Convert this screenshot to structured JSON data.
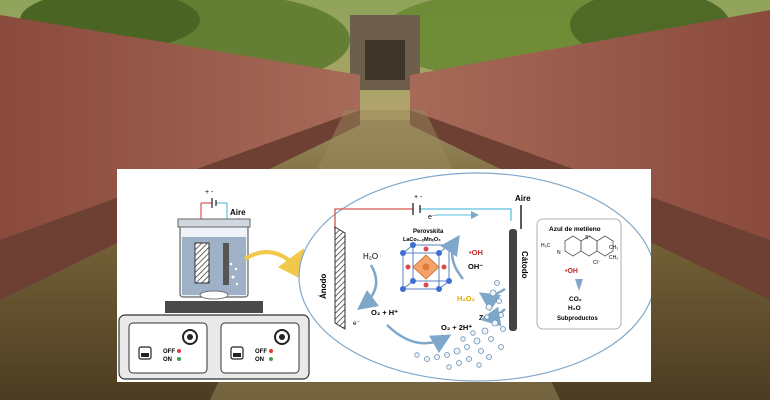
{
  "labels": {
    "power_signs": "+ -",
    "power_signs_right": "+ -",
    "electron_top": "e⁻",
    "air_left": "Aire",
    "air_right": "Aire",
    "anode": "Ánodo",
    "cathode": "Cátodo",
    "water": "H₂O",
    "perovskite_title": "Perovskita",
    "perovskite_formula": "LaCo₁₋ₓMnₓO₃",
    "radical_oh": "•OH",
    "hydroxide": "OH⁻",
    "oxygen_h": "O₂ + H⁺",
    "electron_anode": "e⁻",
    "peroxide": "H₂O₂",
    "ze": "Ze⁻",
    "oxygen_2h": "O₂ + 2H⁺",
    "dye_title": "Azul de metileno",
    "dye_radical": "•OH",
    "chloride": "Cl⁻",
    "co2": "CO₂",
    "h2o": "H₂O",
    "byproducts": "Subproductos",
    "n_left": "H₃C",
    "n_left2": "N",
    "n_right": "CH₃",
    "n_right2": "CH₃",
    "s_plus": "S⁺",
    "off_left": "OFF",
    "on_left": "ON",
    "off_right": "OFF",
    "on_right": "ON"
  },
  "colors": {
    "anode_wire": "#d9534f",
    "cathode_wire": "#5bc0de",
    "arrow_blue": "#7fa7c9",
    "arrow_yellow": "#f2c84b",
    "radical_red": "#c62828",
    "peroxide_yellow": "#e0a800",
    "switch_off": "#e53935",
    "switch_on": "#43a047"
  }
}
